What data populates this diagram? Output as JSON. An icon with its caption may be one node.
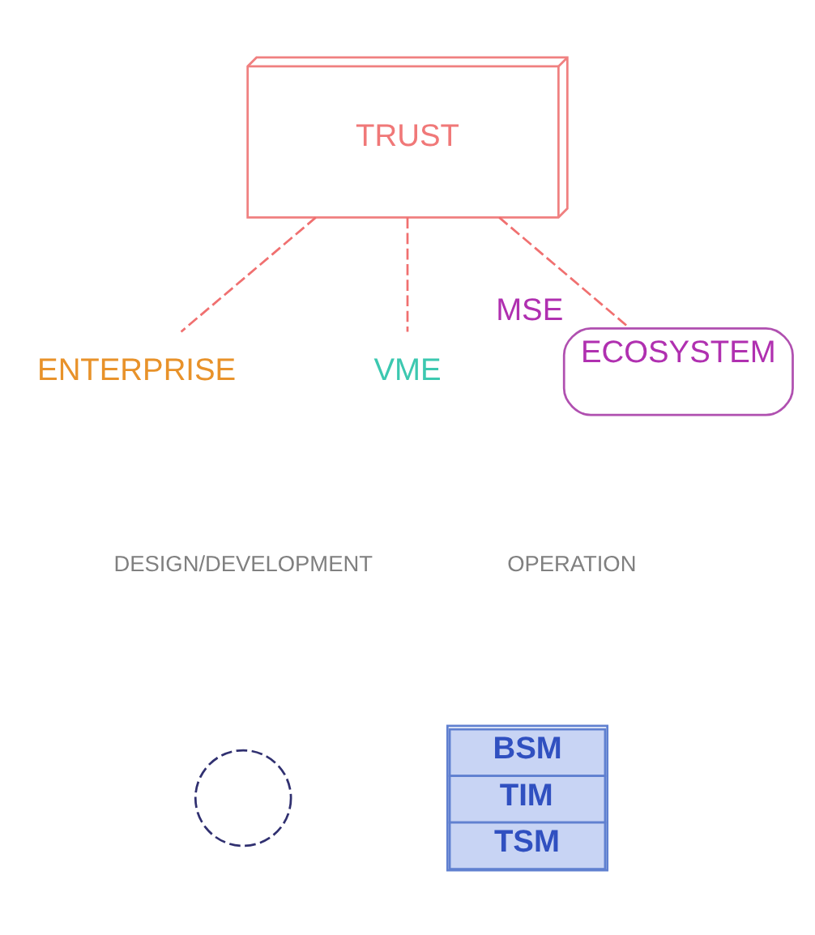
{
  "diagram": {
    "nodes": [
      {
        "text": [
          "TRUST"
        ]
      },
      {
        "text": [
          "ENTERPRISE"
        ]
      },
      {
        "text": [
          "VME"
        ]
      },
      {
        "text": [
          "MSE",
          "ECOSYSTEM"
        ]
      },
      {
        "text": [],
        "shape": "circle"
      },
      {
        "text": [
          "BSM",
          "TIM",
          "TSM"
        ]
      }
    ],
    "edges": [
      {
        "from": 0,
        "to": 1,
        "arrow": "none",
        "style": "dashed"
      },
      {
        "from": 0,
        "to": 2,
        "arrow": "none",
        "style": "dashed"
      },
      {
        "from": 0,
        "to": 3,
        "arrow": "none",
        "style": "dashed"
      }
    ],
    "labels": [
      "DESIGN/DEVELOPMENT",
      "OPERATION"
    ]
  }
}
